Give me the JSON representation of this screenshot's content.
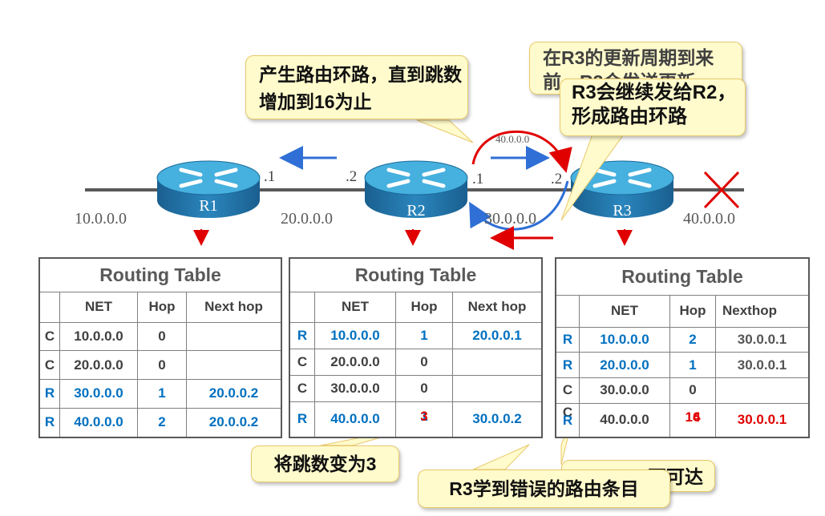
{
  "networks": [
    "10.0.0.0",
    "20.0.0.0",
    "30.0.0.0",
    "40.0.0.0"
  ],
  "small_label": "40.0.0.0",
  "ports": {
    "r1_right": ".1",
    "r2_left": ".2",
    "r2_right": ".1",
    "r3_left": ".2"
  },
  "routers": [
    "R1",
    "R2",
    "R3"
  ],
  "callouts": {
    "loop": "产生路由环路，直到跳数增加到16为止",
    "r3_update_back": "在R3的更新周期到来前，R3会发送更新",
    "r3_send": "R3会继续发给R2，形成路由环路",
    "hop3": "将跳数变为3",
    "wrong_route": "R3学到错误的路由条目",
    "unreachable_tail": "不可达"
  },
  "tables": [
    {
      "title": "Routing Table",
      "headers": [
        "NET",
        "Hop",
        "Next hop"
      ],
      "rows": [
        {
          "code": "C",
          "net": "10.0.0.0",
          "hop": "0",
          "next": ""
        },
        {
          "code": "C",
          "net": "20.0.0.0",
          "hop": "0",
          "next": ""
        },
        {
          "code": "R",
          "net": "30.0.0.0",
          "hop": "1",
          "next": "20.0.0.2"
        },
        {
          "code": "R",
          "net": "40.0.0.0",
          "hop": "2",
          "next": "20.0.0.2"
        }
      ]
    },
    {
      "title": "Routing Table",
      "headers": [
        "NET",
        "Hop",
        "Next hop"
      ],
      "rows": [
        {
          "code": "R",
          "net": "10.0.0.0",
          "hop": "1",
          "next": "20.0.0.1"
        },
        {
          "code": "C",
          "net": "20.0.0.0",
          "hop": "0",
          "next": ""
        },
        {
          "code": "C",
          "net": "30.0.0.0",
          "hop": "0",
          "next": ""
        },
        {
          "code": "R",
          "net": "40.0.0.0",
          "hop": "3",
          "hop_old": "1",
          "next": "30.0.0.2"
        }
      ]
    },
    {
      "title": "Routing Table",
      "headers": [
        "NET",
        "Hop",
        "Nexthop"
      ],
      "rows": [
        {
          "code": "R",
          "net": "10.0.0.0",
          "hop": "2",
          "next": "30.0.0.1"
        },
        {
          "code": "R",
          "net": "20.0.0.0",
          "hop": "1",
          "next": "30.0.0.1"
        },
        {
          "code": "C",
          "net": "30.0.0.0",
          "hop": "0",
          "next": ""
        },
        {
          "code": "R",
          "code_old": "C",
          "net": "40.0.0.0",
          "hop": "4",
          "hop_old": "16",
          "next": "30.0.0.1"
        }
      ]
    }
  ],
  "colors": {
    "blue_text": "#0070c0",
    "red_text": "#e00000",
    "router_top": "#3fa7d6",
    "router_side": "#1d6fa3",
    "callout_fill": "#fffbcc"
  }
}
